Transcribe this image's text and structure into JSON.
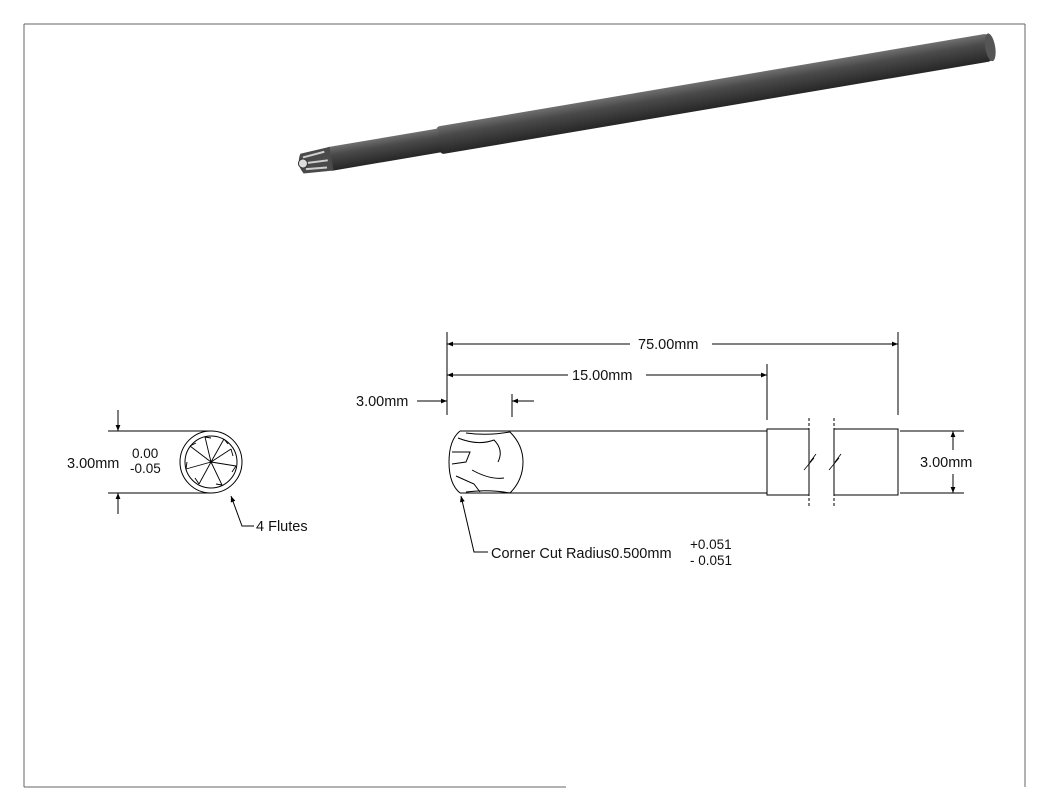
{
  "drawing": {
    "overall_length": "75.00mm",
    "flute_length": "15.00mm",
    "tip_dimension": "3.00mm",
    "shank_diameter": "3.00mm",
    "end_view": {
      "diameter": "3.00mm",
      "tol_upper": "0.00",
      "tol_lower": "-0.05",
      "flutes_note": "4 Flutes"
    },
    "corner": {
      "label": "Corner Cut Radius0.500mm",
      "tol_upper": "+0.051",
      "tol_lower": "- 0.051"
    }
  },
  "colors": {
    "line": "#000000",
    "tool_dark": "#3a3a3a",
    "tool_light": "#6a6a6a"
  }
}
